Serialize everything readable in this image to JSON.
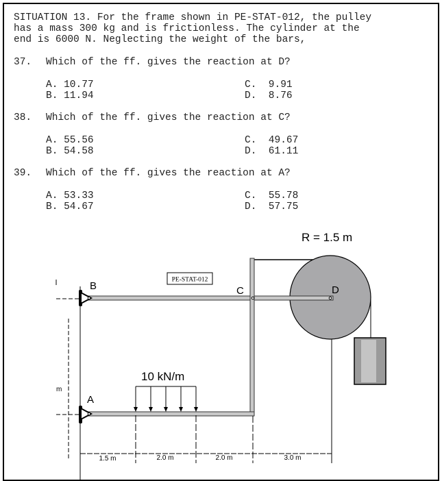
{
  "situation": [
    "SITUATION 13. For the frame shown in PE-STAT-012, the pulley",
    "has a mass 300 kg and is frictionless. The cylinder at the",
    "end is 6000 N. Neglecting the weight of the bars,"
  ],
  "questions": [
    {
      "number": "37.",
      "text": "Which of the ff. gives the reaction at D?",
      "options": {
        "A": "A. 10.77",
        "B": "B. 11.94",
        "C": "C.  9.91",
        "D": "D.  8.76"
      }
    },
    {
      "number": "38.",
      "text": "Which of the ff. gives the reaction at C?",
      "options": {
        "A": "A. 55.56",
        "B": "B. 54.58",
        "C": "C.  49.67",
        "D": "D.  61.11"
      }
    },
    {
      "number": "39.",
      "text": "Which of the ff. gives the reaction at A?",
      "options": {
        "A": "A. 53.33",
        "B": "B. 54.67",
        "C": "C.  55.78",
        "D": "D.  57.75"
      }
    }
  ],
  "figure": {
    "radius_label": "R = 1.5 m",
    "figure_id": "PE-STAT-012",
    "points": {
      "A": "A",
      "B": "B",
      "C": "C",
      "D": "D"
    },
    "load_label": "10 kN/m",
    "height_label": "m",
    "dimensions": [
      "1.5 m",
      "2.0 m",
      "2.0 m",
      "3.0 m"
    ]
  }
}
